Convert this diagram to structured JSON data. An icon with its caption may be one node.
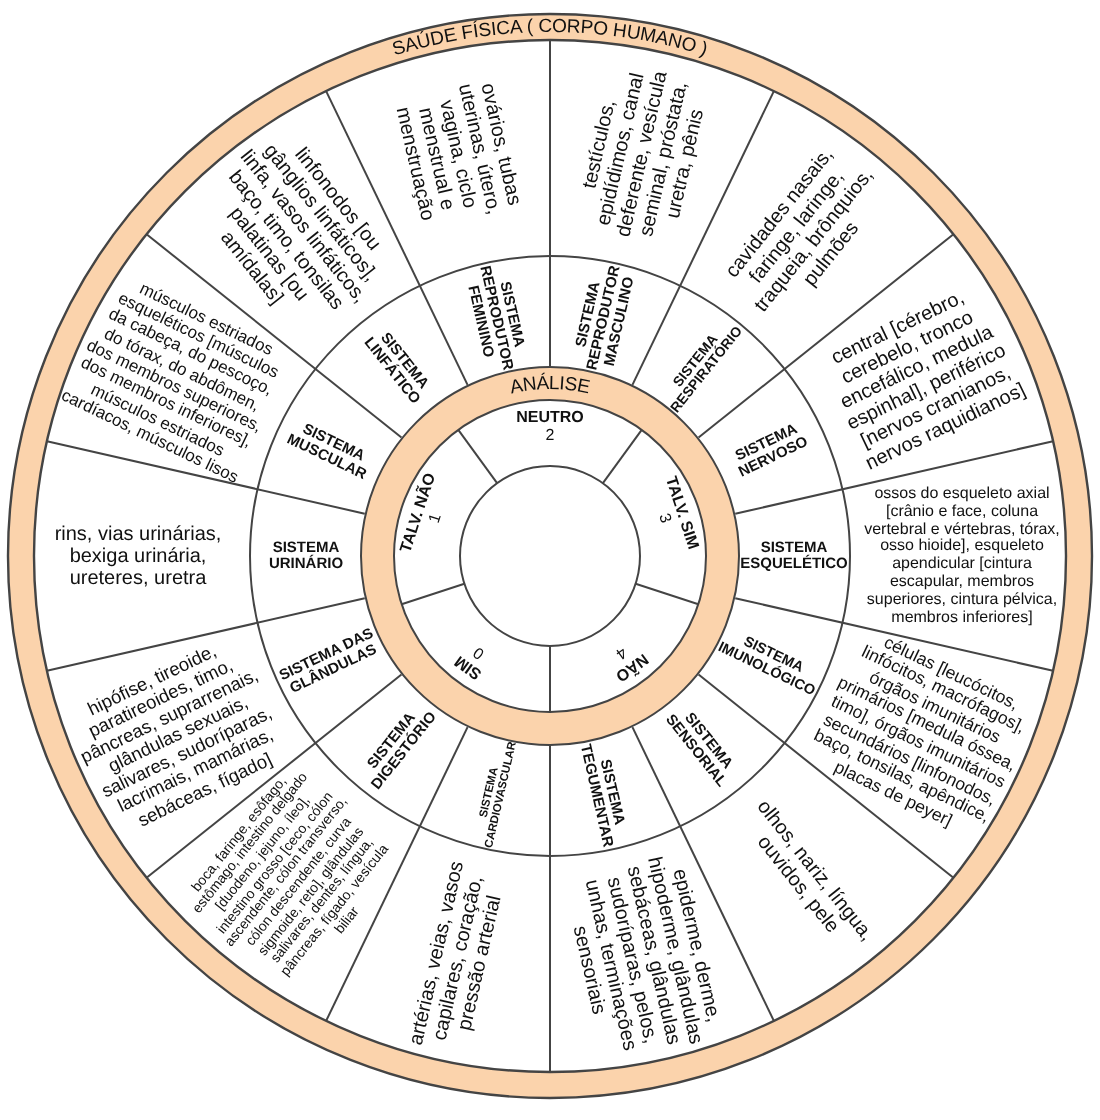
{
  "diagram": {
    "nodes": [
      {
        "text": [
          "SAÚDE FÍSICA ( CORPO HUMANO )"
        ]
      },
      {
        "text": [
          "SISTEMA REPRODUTOR MASCULINO"
        ],
        "in": 0
      },
      {
        "text": [
          "testículos, epidídimos, canal deferente, vesícula seminal, próstata, uretra, pênis"
        ],
        "in": 0
      },
      {
        "text": [
          "SISTEMA RESPIRATÓRIO"
        ],
        "in": 0
      },
      {
        "text": [
          "cavidades nasais, faringe, laringe, traqueia, brônquios, pulmões"
        ],
        "in": 0
      },
      {
        "text": [
          "SISTEMA NERVOSO"
        ],
        "in": 0
      },
      {
        "text": [
          "central [cérebro, cerebelo, tronco encefálico, medula espinhal], periférico [nervos cranianos, nervos raquidianos]"
        ],
        "in": 0
      },
      {
        "text": [
          "SISTEMA ESQUELÉTICO"
        ],
        "in": 0
      },
      {
        "text": [
          "ossos do esqueleto axial [crânio e face, coluna vertebral e vértebras, tórax, osso hioide], esqueleto apendicular [cintura escapular, membros superiores, cintura pélvica, membros inferiores]"
        ],
        "in": 0
      },
      {
        "text": [
          "SISTEMA IMUNOLÓGICO"
        ],
        "in": 0
      },
      {
        "text": [
          "células [leucócitos, linfócitos, macrófagos], órgãos imunitários primários [medula óssea, timo], órgãos imunitários secundários [linfonodos, baço, tonsilas, apêndice, placas de peyer]"
        ],
        "in": 0
      },
      {
        "text": [
          "SISTEMA SENSORIAL"
        ],
        "in": 0
      },
      {
        "text": [
          "olhos, nariz, língua, ouvidos, pele"
        ],
        "in": 0
      },
      {
        "text": [
          "SISTEMA TEGUMENTAR"
        ],
        "in": 0
      },
      {
        "text": [
          "epiderme, derme, hipoderme, glândulas sebáceas, glândulas sudoríparas, pelos, unhas, terminações sensoriais"
        ],
        "in": 0
      },
      {
        "text": [
          "SISTEMA CARDIOVASCULAR"
        ],
        "in": 0
      },
      {
        "text": [
          "artérias, veias, vasos capilares, coração, pressão arterial"
        ],
        "in": 0
      },
      {
        "text": [
          "SISTEMA DIGESTÓRIO"
        ],
        "in": 0
      },
      {
        "text": [
          "boca, faringe, esôfago, estômago, intestino delgado [duodeno, jejuno, íleo], intestino grosso [ceco, cólon ascendente, cólon transverso, cólon descendente, curva sigmoide, reto], glândulas salivares, dentes, língua, pâncreas, fígado, vesícula biliar"
        ],
        "in": 0
      },
      {
        "text": [
          "SISTEMA DAS GLÂNDULAS"
        ],
        "in": 0
      },
      {
        "text": [
          "hipófise, tireoide, paratireoides, timo, pâncreas, suprarrenais, glândulas sexuais, salivares, sudoríparas, lacrimais, mamárias, sebáceas, fígado]"
        ],
        "in": 0
      },
      {
        "text": [
          "SISTEMA URINÁRIO"
        ],
        "in": 0
      },
      {
        "text": [
          "rins, vias urinárias, bexiga urinária, ureteres, uretra"
        ],
        "in": 0
      },
      {
        "text": [
          "SISTEMA MUSCULAR"
        ],
        "in": 0
      },
      {
        "text": [
          "músculos estriados esqueléticos [músculos da cabeça, do pescoço, do tórax, do abdômen, dos membros superiores, dos membros inferiores], músculos estriados cardíacos, músculos lisos"
        ],
        "in": 0
      },
      {
        "text": [
          "SISTEMA LINFÁTICO"
        ],
        "in": 0
      },
      {
        "text": [
          "linfonodos [ou gânglios linfáticos], linfa, vasos linfáticos, baço, timo, tonsilas palatinas [ou amídalas]"
        ],
        "in": 0
      },
      {
        "text": [
          "SISTEMA REPRODUTOR FEMININO"
        ],
        "in": 0
      },
      {
        "text": [
          "ovários, tubas uterinas, útero, vagina, ciclo menstrual e menstruação"
        ],
        "in": 0
      },
      {
        "text": [
          "ANÁLISE"
        ],
        "in": 0
      },
      {
        "text": [
          "NEUTRO",
          "2"
        ],
        "in": 29
      },
      {
        "text": [
          "TALV. SIM",
          "3"
        ],
        "in": 29
      },
      {
        "text": [
          "NÃO",
          "4"
        ],
        "in": 29
      },
      {
        "text": [
          "SIM",
          "0"
        ],
        "in": 29
      },
      {
        "text": [
          "TALV. NÃO",
          "1"
        ],
        "in": 29
      }
    ]
  }
}
